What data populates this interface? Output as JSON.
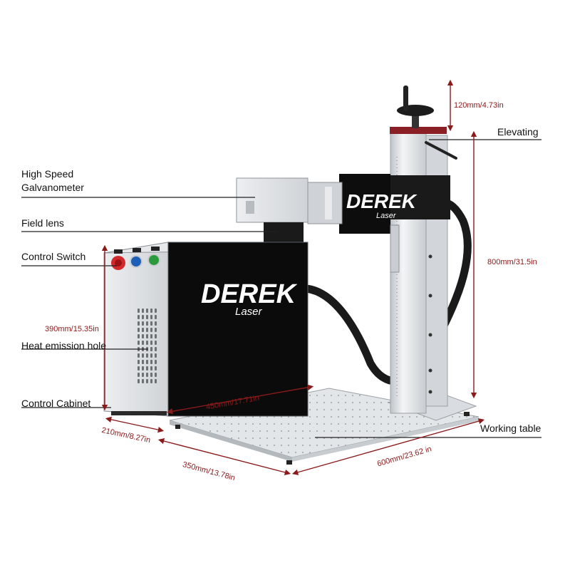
{
  "labels": {
    "galvo_line1": "High Speed",
    "galvo_line2": "Galvanometer",
    "field_lens": "Field lens",
    "control_switch": "Control Switch",
    "heat_hole": "Heat emission hole",
    "control_cabinet": "Control Cabinet",
    "elevating": "Elevating",
    "working_table": "Working table"
  },
  "dimensions": {
    "lift": "120mm/4.73in",
    "height": "800mm/31.5in",
    "cabinet_height": "390mm/15.35in",
    "cabinet_width": "450mm/17.71in",
    "cabinet_depth": "210mm/8.27in",
    "table_depth": "350mm/13.78in",
    "table_width": "600mm/23.62 in"
  },
  "brand": {
    "name": "DEREK",
    "sub": "Laser"
  },
  "colors": {
    "dimension": "#8b1a1a",
    "cabinet_front": "#0b0b0b",
    "steel": "#dfe2e5",
    "estop": "#d22a2a",
    "switch_blue": "#1d5fb8",
    "switch_green": "#2a9a3c"
  }
}
